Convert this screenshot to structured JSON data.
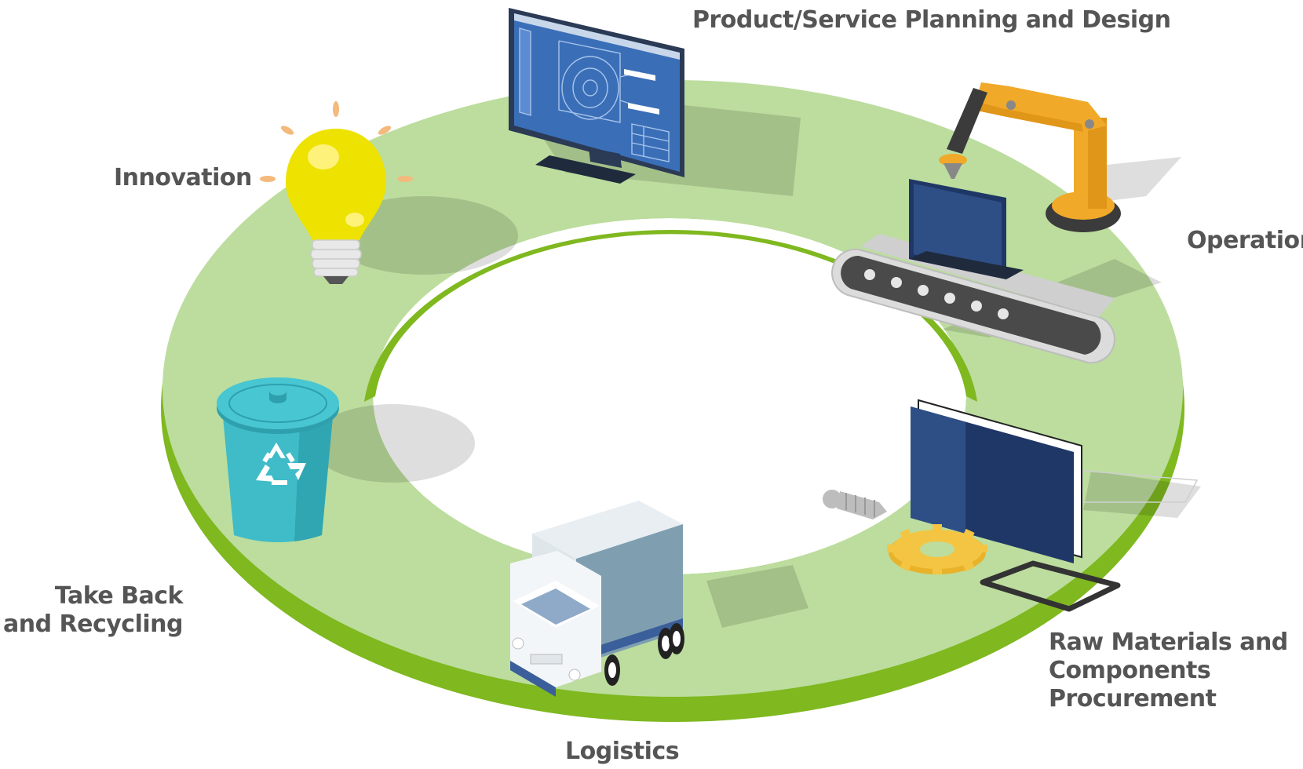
{
  "diagram": {
    "type": "lifecycle-ring",
    "ring_color": "#bcdd9e",
    "ring_edge_color": "#7fb81f",
    "stages": [
      {
        "id": "planning",
        "icon": "design-monitor-icon",
        "lines": [
          "Product/Service Planning and Design"
        ]
      },
      {
        "id": "operation",
        "icon": "robot-arm-conveyor-icon",
        "lines": [
          "Operation"
        ]
      },
      {
        "id": "procurement",
        "icon": "materials-components-icon",
        "lines": [
          "Raw Materials and",
          "Components",
          "Procurement"
        ]
      },
      {
        "id": "logistics",
        "icon": "delivery-truck-icon",
        "lines": [
          "Logistics"
        ]
      },
      {
        "id": "recycling",
        "icon": "recycling-bin-icon",
        "lines": [
          "Take Back",
          "and Recycling"
        ]
      },
      {
        "id": "innovation",
        "icon": "light-bulb-icon",
        "lines": [
          "Innovation"
        ]
      }
    ]
  }
}
